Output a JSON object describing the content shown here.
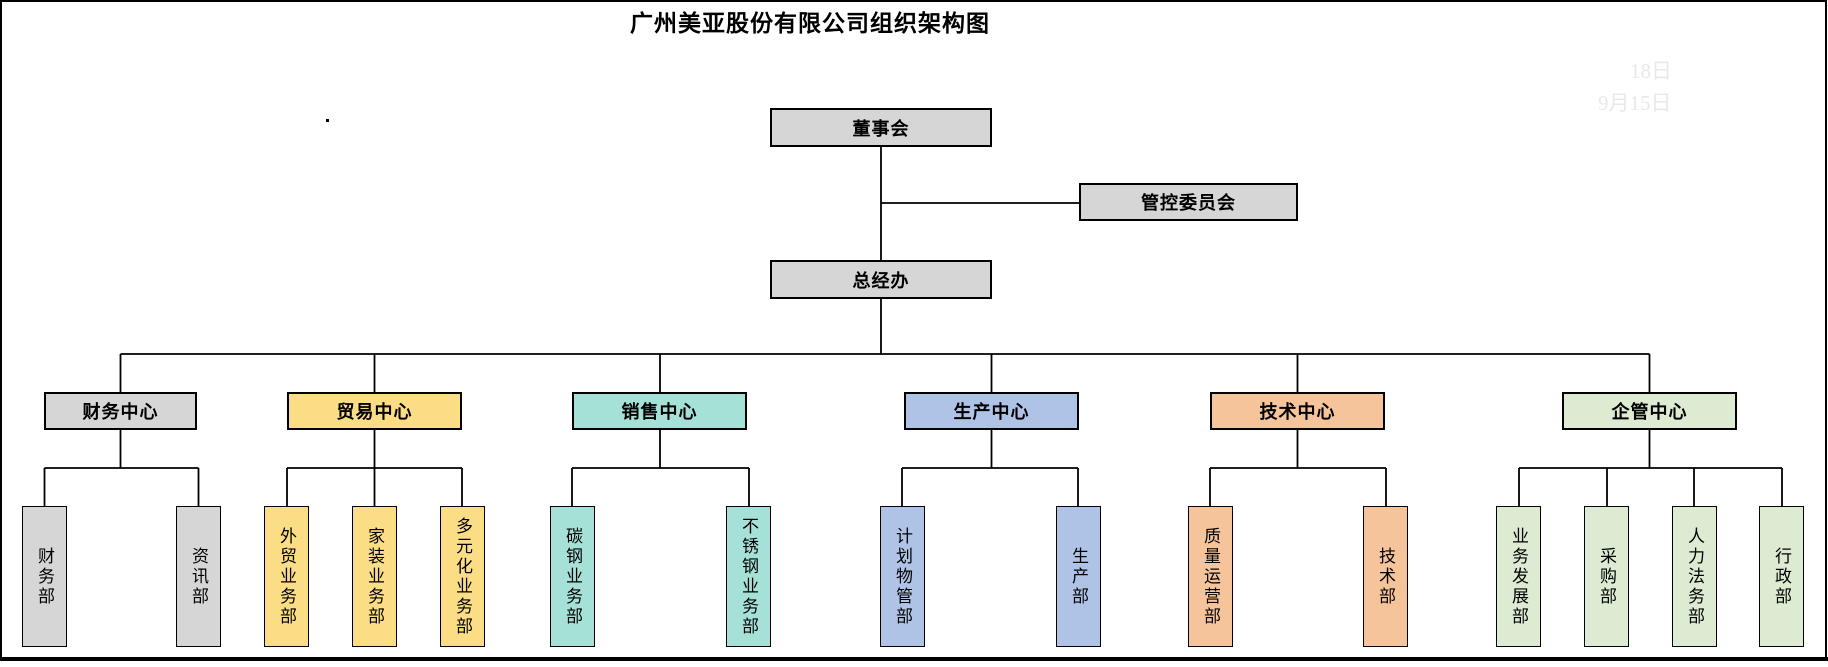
{
  "title": "广州美亚股份有限公司组织架构图",
  "nodes": {
    "board": "董事会",
    "committee": "管控委员会",
    "gm_office": "总经办"
  },
  "colors": {
    "gray": "#d6d6d6",
    "yellow": "#fadd85",
    "teal": "#a6e1d8",
    "blue": "#afc3e6",
    "peach": "#f5c49b",
    "green": "#dcebd1",
    "line": "#000000"
  },
  "centers": [
    {
      "label": "财务中心",
      "color": "#d6d6d6",
      "children": [
        "财务部",
        "资讯部"
      ]
    },
    {
      "label": "贸易中心",
      "color": "#fadd85",
      "children": [
        "外贸业务部",
        "家装业务部",
        "多元化业务部"
      ]
    },
    {
      "label": "销售中心",
      "color": "#a6e1d8",
      "children": [
        "碳钢业务部",
        "不锈钢业务部"
      ]
    },
    {
      "label": "生产中心",
      "color": "#afc3e6",
      "children": [
        "计划物管部",
        "生产部"
      ]
    },
    {
      "label": "技术中心",
      "color": "#f5c49b",
      "children": [
        "质量运营部",
        "技术部"
      ]
    },
    {
      "label": "企管中心",
      "color": "#dcebd1",
      "children": [
        "业务发展部",
        "采购部",
        "人力法务部",
        "行政部"
      ]
    }
  ],
  "artifacts": {
    "ghost_note_line1": "18日",
    "ghost_note_line2": "9月15日"
  }
}
